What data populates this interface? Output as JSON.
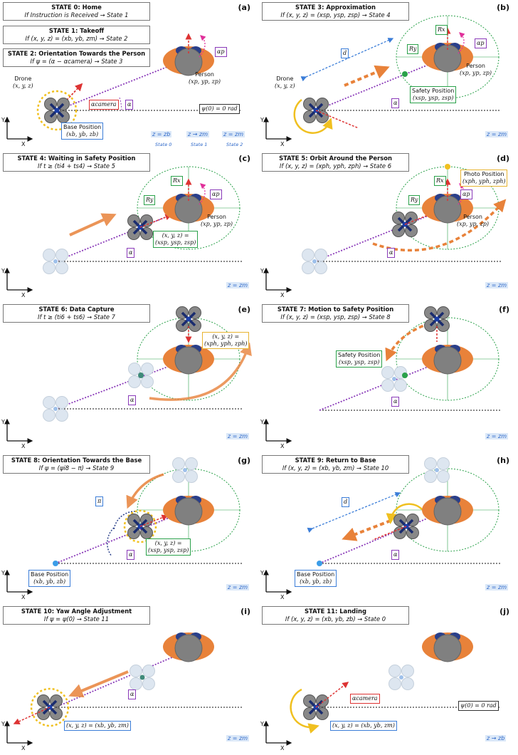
{
  "panels": [
    {
      "label": "(a)",
      "title": "STATE 0: Home",
      "condition": "If Instruction is Received → State 1",
      "extra": [
        {
          "title": "STATE 1: Takeoff",
          "condition": "If (x, y, z) = (xb, yb, zm) → State 2"
        },
        {
          "title": "STATE 2: Orientation Towards the Person",
          "condition": "If ψ = (α − αcamera) → State 3"
        }
      ],
      "drone_label": "Drone",
      "drone_coord": "(x, y, z)",
      "alpha_camera": "αcamera",
      "alpha": "α",
      "alpha_p": "αp",
      "psi0": "ψ(0) = 0 rad",
      "person_label": "Person",
      "person_coord": "(xp, yp, zp)",
      "base_label": "Base Position",
      "base_coord": "(xb, yb, zb)",
      "alt_labels": [
        "z = zb",
        "z → zm",
        "z = zm"
      ],
      "state_labels": [
        "State 0",
        "State 1",
        "State 2"
      ]
    },
    {
      "label": "(b)",
      "title": "STATE 3: Approximation",
      "condition": "If (x, y, z) = (xsp, ysp, zsp) → State 4",
      "drone_label": "Drone",
      "drone_coord": "(x, y, z)",
      "d": "d",
      "rx": "Rx",
      "ry": "Ry",
      "alpha": "α",
      "alpha_p": "αp",
      "person_label": "Person",
      "person_coord": "(xp, yp, zp)",
      "safety_label": "Safety Position",
      "safety_coord": "(xsp, ysp, zsp)",
      "alt": "z = zm"
    },
    {
      "label": "(c)",
      "title": "STATE 4: Waiting in Safety Position",
      "condition": "If t ≥ (ti4 + ts4) → State 5",
      "rx": "Rx",
      "ry": "Ry",
      "alpha": "α",
      "alpha_p": "αp",
      "person_label": "Person",
      "person_coord": "(xp, yp, zp)",
      "pos_line1": "(x, y, z) =",
      "pos_line2": "(xsp, ysp, zsp)",
      "alt": "z = zm"
    },
    {
      "label": "(d)",
      "title": "STATE 5: Orbit Around the Person",
      "condition": "If (x, y, z) = (xph, yph, zph) → State 6",
      "rx": "Rx",
      "ry": "Ry",
      "alpha": "α",
      "alpha_p": "αp",
      "person_label": "Person",
      "person_coord": "(xp, yp, zp)",
      "photo_label": "Photo Position",
      "photo_coord": "(xph, yph, zph)",
      "alt": "z = zm"
    },
    {
      "label": "(e)",
      "title": "STATE 6: Data Capture",
      "condition": "If t ≥ (ti6 + ts6) → State 7",
      "alpha": "α",
      "pos_line1": "(x, y, z) =",
      "pos_line2": "(xph, yph, zph)",
      "alt": "z = zm"
    },
    {
      "label": "(f)",
      "title": "STATE 7: Motion to Safety Position",
      "condition": "If (x, y, z) = (xsp, ysp, zsp) → State 8",
      "alpha": "α",
      "safety_label": "Safety Position",
      "safety_coord": "(xsp, ysp, zsp)",
      "alt": "z = zm"
    },
    {
      "label": "(g)",
      "title": "STATE 8: Orientation Towards the Base",
      "condition": "If ψ = (ψi8 − π) → State 9",
      "pi": "π",
      "alpha": "α",
      "pos_line1": "(x, y, z) =",
      "pos_line2": "(xsp, ysp, zsp)",
      "base_label": "Base Position",
      "base_coord": "(xb, yb, zb)",
      "alt": "z = zm"
    },
    {
      "label": "(h)",
      "title": "STATE 9: Return to Base",
      "condition": "If (x, y, z) = (xb, yb, zm) → State 10",
      "d": "d",
      "alpha": "α",
      "base_label": "Base Position",
      "base_coord": "(xb, yb, zb)",
      "alt": "z = zm"
    },
    {
      "label": "(i)",
      "title": "STATE 10: Yaw Angle Adjustment",
      "condition": "If ψ = ψ(0) → State 11",
      "alpha": "α",
      "pos": "(x, y, z) = (xb, yb, zm)",
      "alt": "z = zm"
    },
    {
      "label": "(j)",
      "title": "STATE 11: Landing",
      "condition": "If (x, y, z) = (xb, yb, zb) → State 0",
      "alpha_camera": "αcamera",
      "psi0": "ψ(0) = 0 rad",
      "pos": "(x, y, z) = (xb, yb, zm)",
      "alt": "z → zb"
    }
  ],
  "axes": {
    "x": "X",
    "y": "Y"
  },
  "colors": {
    "green": "#2aa14a",
    "blue": "#3b7dd8",
    "orange": "#e8823a",
    "purple": "#8a3ab9",
    "red": "#d33",
    "yellow": "#f0c020",
    "dark": "#2a3f8a"
  }
}
